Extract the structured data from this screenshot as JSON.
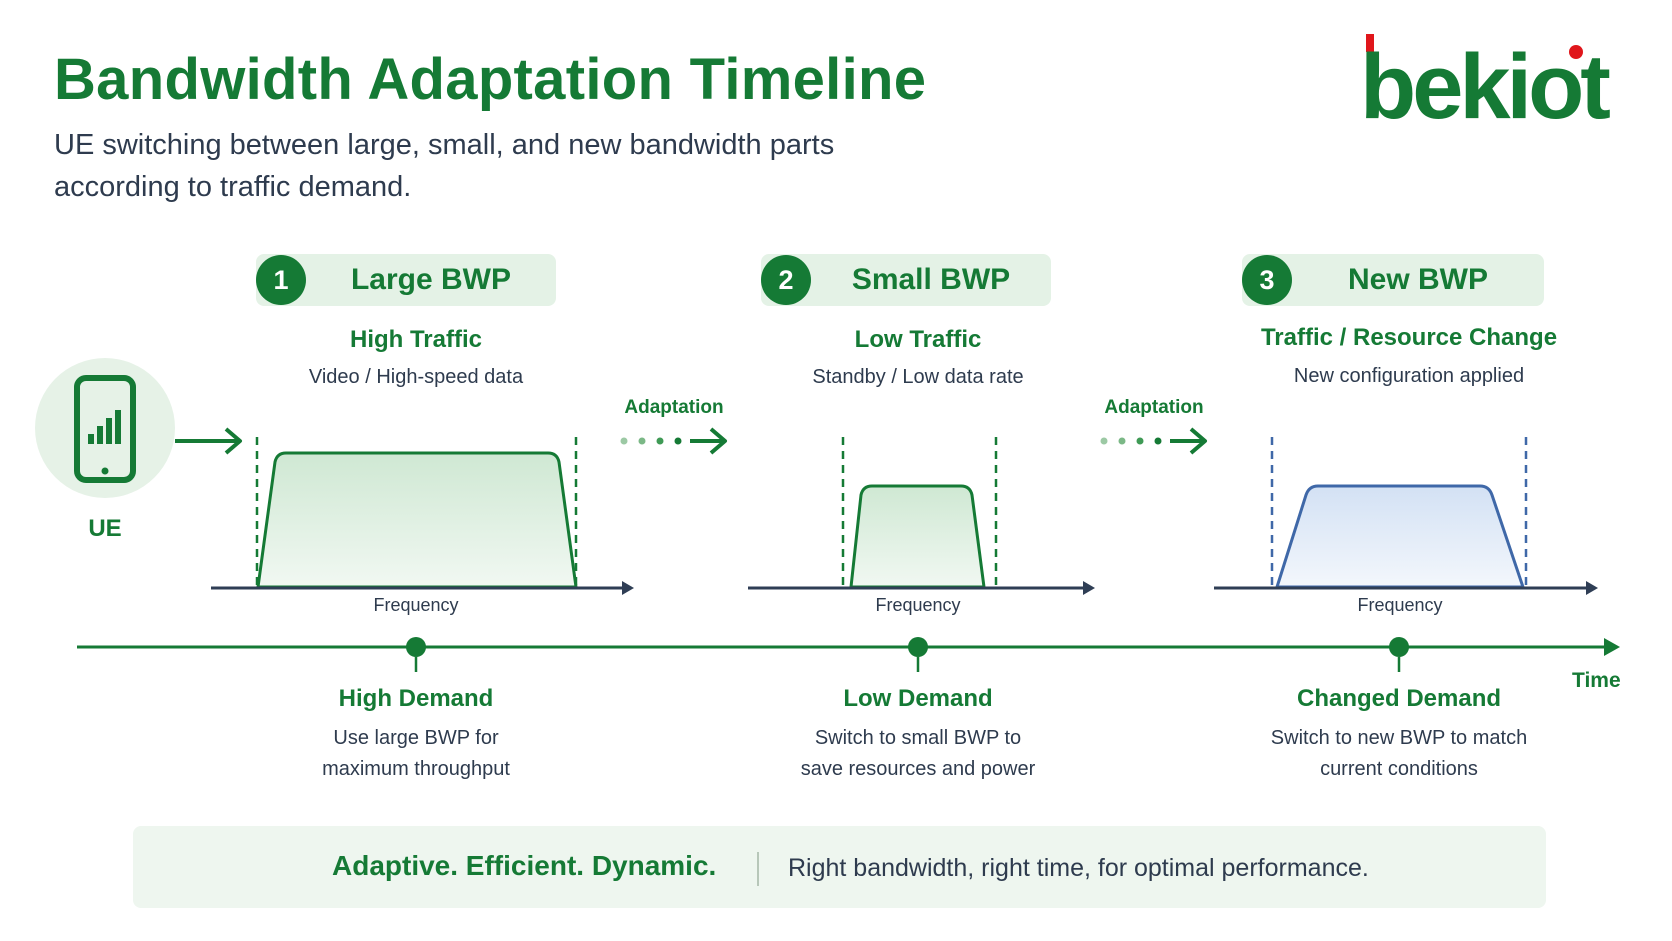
{
  "header": {
    "title": "Bandwidth Adaptation Timeline",
    "subtitle": "UE switching between large, small, and new bandwidth parts according to traffic demand."
  },
  "logo": {
    "text": "bekiot",
    "primary_color": "#157a35",
    "accent_color": "#e0161b"
  },
  "ue": {
    "label": "UE",
    "icon": "smartphone-signal-icon"
  },
  "adaptation_label": "Adaptation",
  "frequency_label": "Frequency",
  "time_label": "Time",
  "stages": [
    {
      "number": "1",
      "badge": "Large BWP",
      "traffic": "High Traffic",
      "traffic_desc": "Video / High-speed data",
      "demand": "High Demand",
      "demand_line1": "Use large BWP for",
      "demand_line2": "maximum throughput"
    },
    {
      "number": "2",
      "badge": "Small BWP",
      "traffic": "Low Traffic",
      "traffic_desc": "Standby / Low data rate",
      "demand": "Low Demand",
      "demand_line1": "Switch to small BWP to",
      "demand_line2": "save resources and power"
    },
    {
      "number": "3",
      "badge": "New BWP",
      "traffic": "Traffic / Resource Change",
      "traffic_desc": "New configuration applied",
      "demand": "Changed Demand",
      "demand_line1": "Switch to new BWP to match",
      "demand_line2": "current conditions"
    }
  ],
  "footer": {
    "icon": "refresh-cycle-icon",
    "headline": "Adaptive. Efficient. Dynamic.",
    "text": "Right bandwidth, right time, for optimal performance."
  },
  "colors": {
    "green": "#157a35",
    "green_fill": "#d6ecd9",
    "blue": "#3f68a8",
    "blue_fill": "#dde8f6",
    "axis": "#2f3e55",
    "text": "#2e3b4e"
  }
}
